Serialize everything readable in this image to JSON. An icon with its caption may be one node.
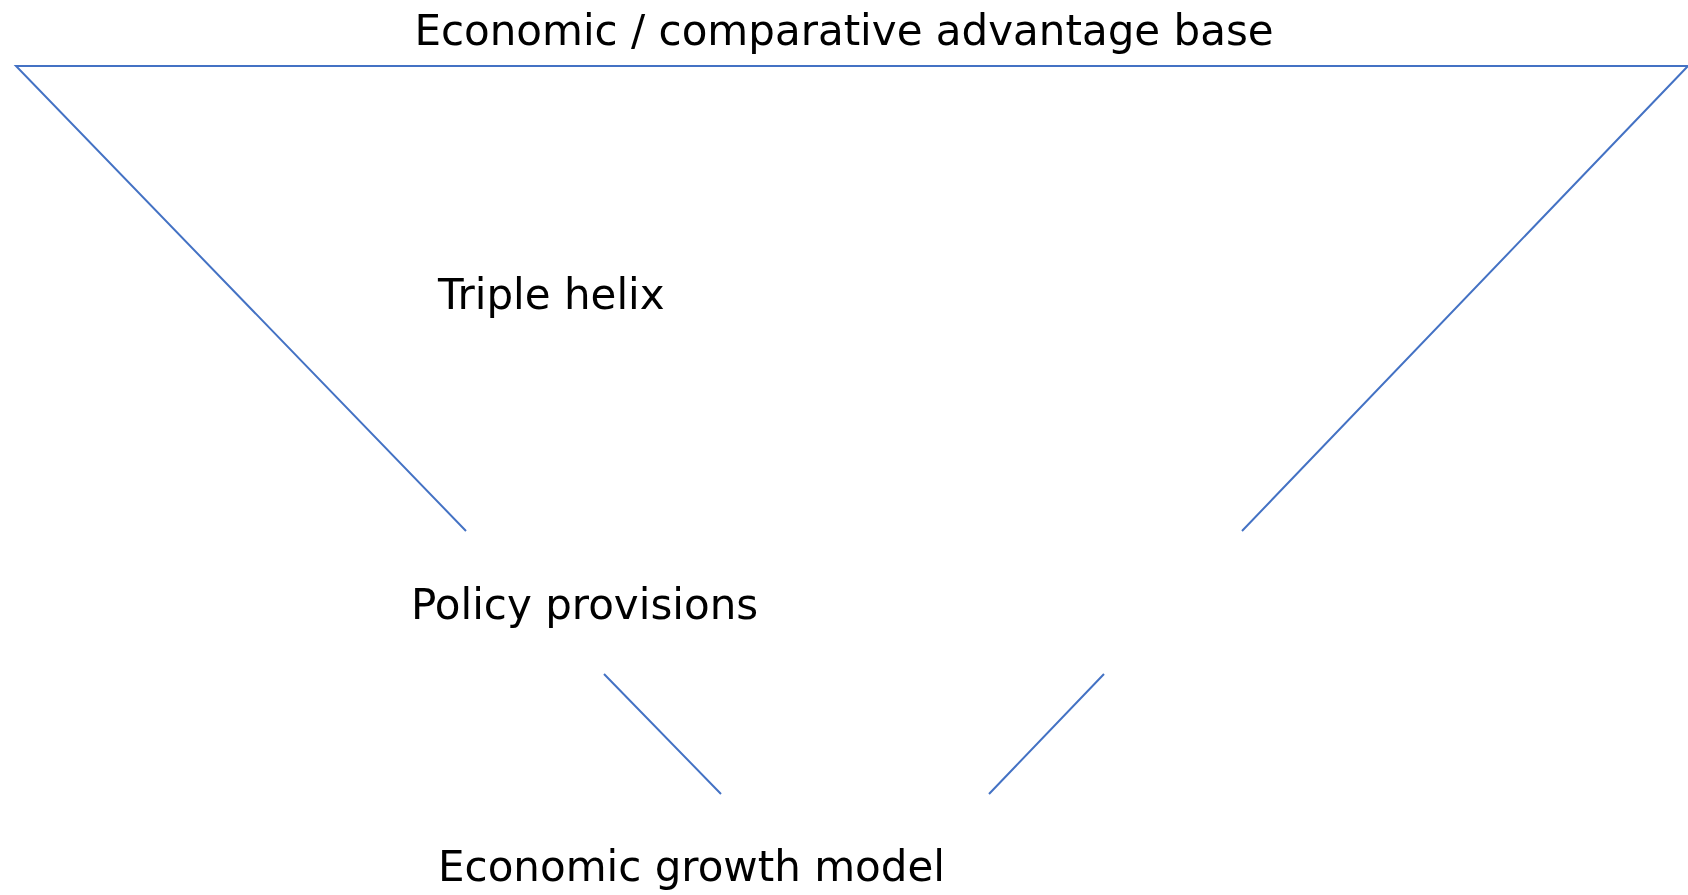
{
  "diagram": {
    "nodes": [
      {
        "text": [
          "Economic / comparative advantage base",
          "Triple helix",
          "Policy provisions",
          "Economic growth model"
        ]
      }
    ]
  }
}
